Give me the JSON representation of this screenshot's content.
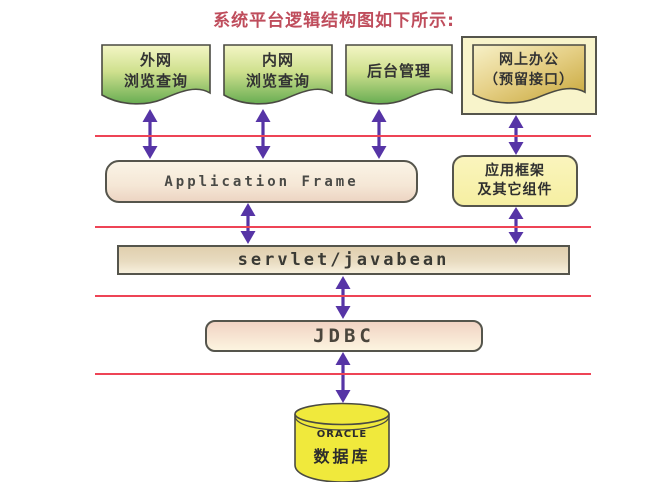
{
  "title": "系统平台逻辑结构图如下所示:",
  "top_boxes": [
    {
      "line1": "外网",
      "line2": "浏览查询"
    },
    {
      "line1": "内网",
      "line2": "浏览查询"
    },
    {
      "line1": "后台管理",
      "line2": ""
    },
    {
      "line1": "网上办公",
      "line2": "（预留接口）"
    }
  ],
  "tiers": {
    "application_frame": "Application Frame",
    "app_components": {
      "line1": "应用框架",
      "line2": "及其它组件"
    },
    "servlet": "servlet/javabean",
    "jdbc": "JDBC"
  },
  "database": {
    "line1": "ORACLE",
    "line2": "数据库"
  },
  "colors": {
    "title_text": "#bf4d5c",
    "divider_line": "#ee4456",
    "arrow": "#5634a6",
    "doc_gradient_top": "#f4f6c6",
    "doc_gradient_bottom": "#68ad52",
    "gold_gradient_top": "#f7f1c8",
    "gold_gradient_bottom": "#c9a93e",
    "office_outer_fill": "#f8f4cb",
    "app_frame_top": "#faf4e6",
    "app_frame_bottom": "#edd5c3",
    "app_components_fill": "#f8f2ae",
    "servlet_top": "#e0cfae",
    "servlet_bottom": "#f7f0dd",
    "jdbc_top": "#f1d3c3",
    "jdbc_bottom": "#fcf4df",
    "cylinder_fill": "#f0e93c",
    "box_border": "#55554c",
    "box_text": "#333333"
  }
}
